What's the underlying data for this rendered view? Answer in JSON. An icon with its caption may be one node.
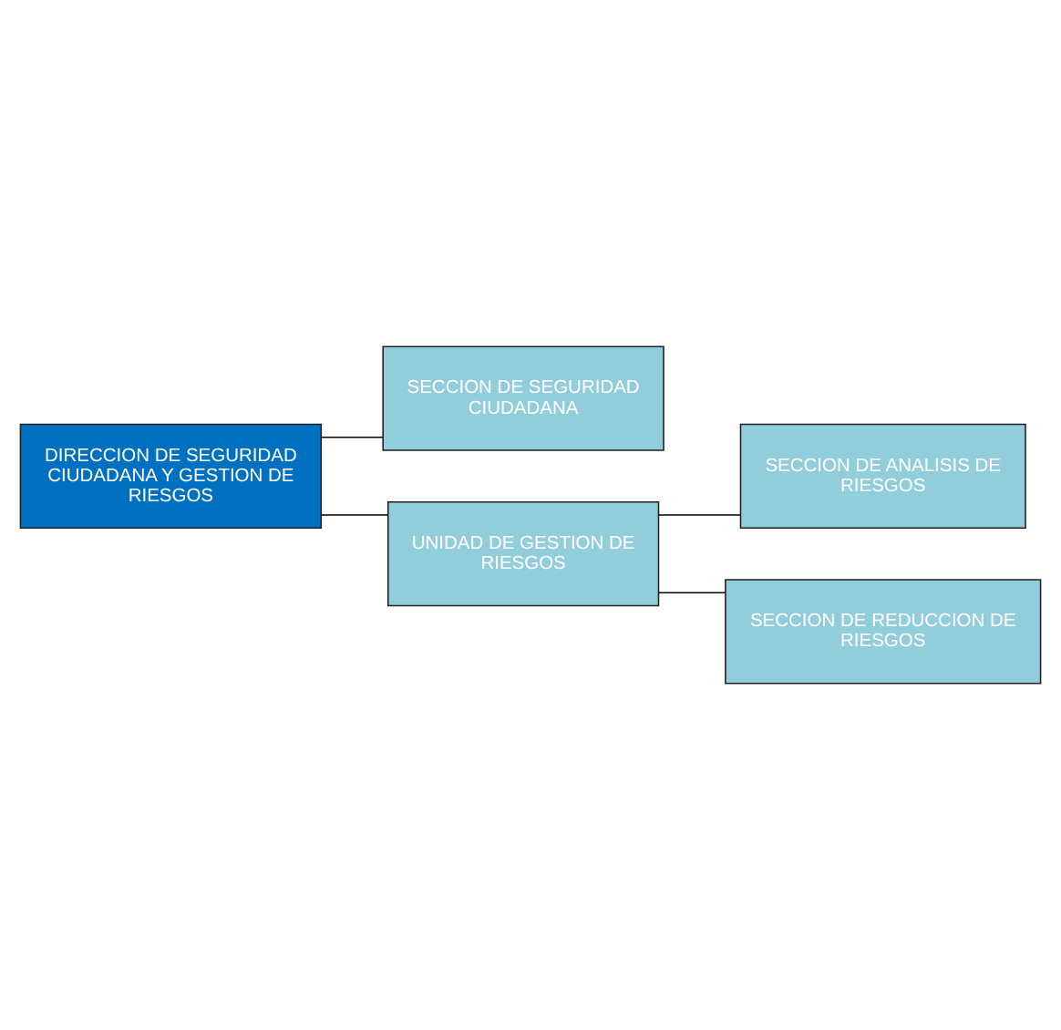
{
  "diagram": {
    "nodes": [
      {
        "text": [
          "DIRECCION DE SEGURIDAD CIUDADANA Y GESTION DE RIESGOS"
        ]
      },
      {
        "text": [
          "SECCION DE SEGURIDAD CIUDADANA"
        ]
      },
      {
        "text": [
          "UNIDAD DE GESTION DE RIESGOS"
        ]
      },
      {
        "text": [
          "SECCION DE ANALISIS DE RIESGOS"
        ]
      },
      {
        "text": [
          "SECCION DE REDUCCION DE RIESGOS"
        ]
      }
    ],
    "edges": [
      {
        "from": 0,
        "to": 1,
        "arrow": "none"
      },
      {
        "from": 0,
        "to": 2,
        "arrow": "none"
      },
      {
        "from": 2,
        "to": 3,
        "arrow": "none"
      },
      {
        "from": 2,
        "to": 4,
        "arrow": "none"
      }
    ]
  }
}
